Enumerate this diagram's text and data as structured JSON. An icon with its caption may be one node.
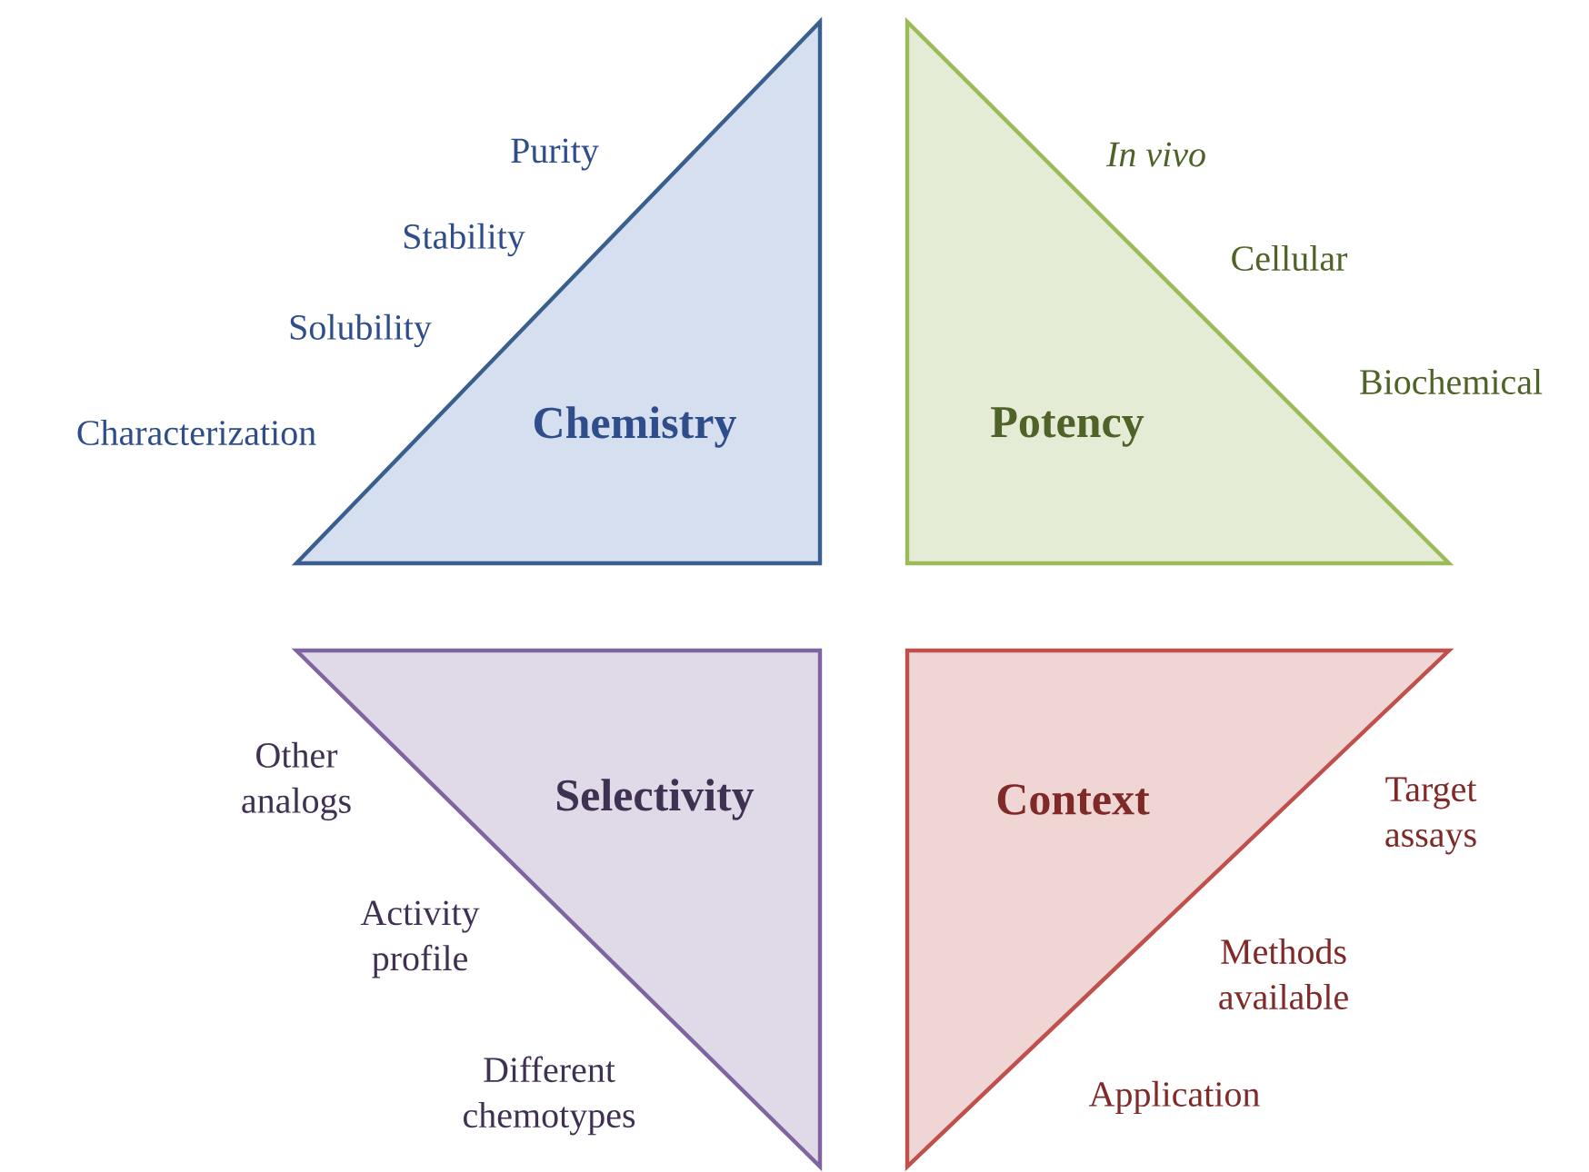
{
  "diagram": {
    "nodes": [
      {
        "text": [
          "Chemistry"
        ],
        "beside": [
          "Purity",
          "Stability",
          "Solubility",
          "Characterization"
        ]
      },
      {
        "text": [
          "Potency"
        ],
        "beside": [
          "In vivo",
          "Cellular",
          "Biochemical"
        ]
      },
      {
        "text": [
          "Selectivity"
        ],
        "beside": [
          "Other analogs",
          "Activity profile",
          "Different chemotypes"
        ]
      },
      {
        "text": [
          "Context"
        ],
        "beside": [
          "Target assays",
          "Methods available",
          "Application"
        ]
      }
    ]
  }
}
